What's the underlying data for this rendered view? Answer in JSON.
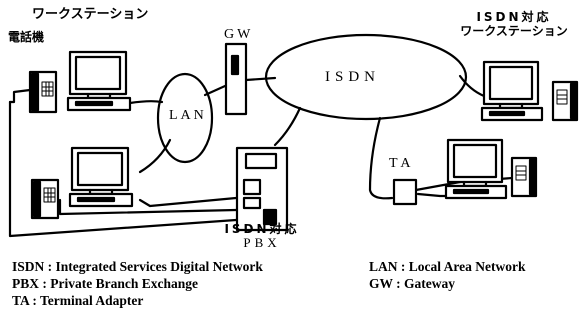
{
  "labels": {
    "workstation": "ワークステーション",
    "telephone": "電話機",
    "gw": "GW",
    "isdn_cloud": "ISDN",
    "isdn_workstation_line1": "ISDN対応",
    "isdn_workstation_line2": "ワークステーション",
    "lan": "LAN",
    "ta": "TA",
    "pbx_line1": "ISDN対応",
    "pbx_line2": "PBX"
  },
  "legend": [
    {
      "left": "ISDN : Integrated Services Digital Network",
      "right": "LAN : Local Area Network"
    },
    {
      "left": "PBX : Private Branch Exchange",
      "right": "GW : Gateway"
    },
    {
      "left": "TA : Terminal Adapter",
      "right": ""
    }
  ]
}
